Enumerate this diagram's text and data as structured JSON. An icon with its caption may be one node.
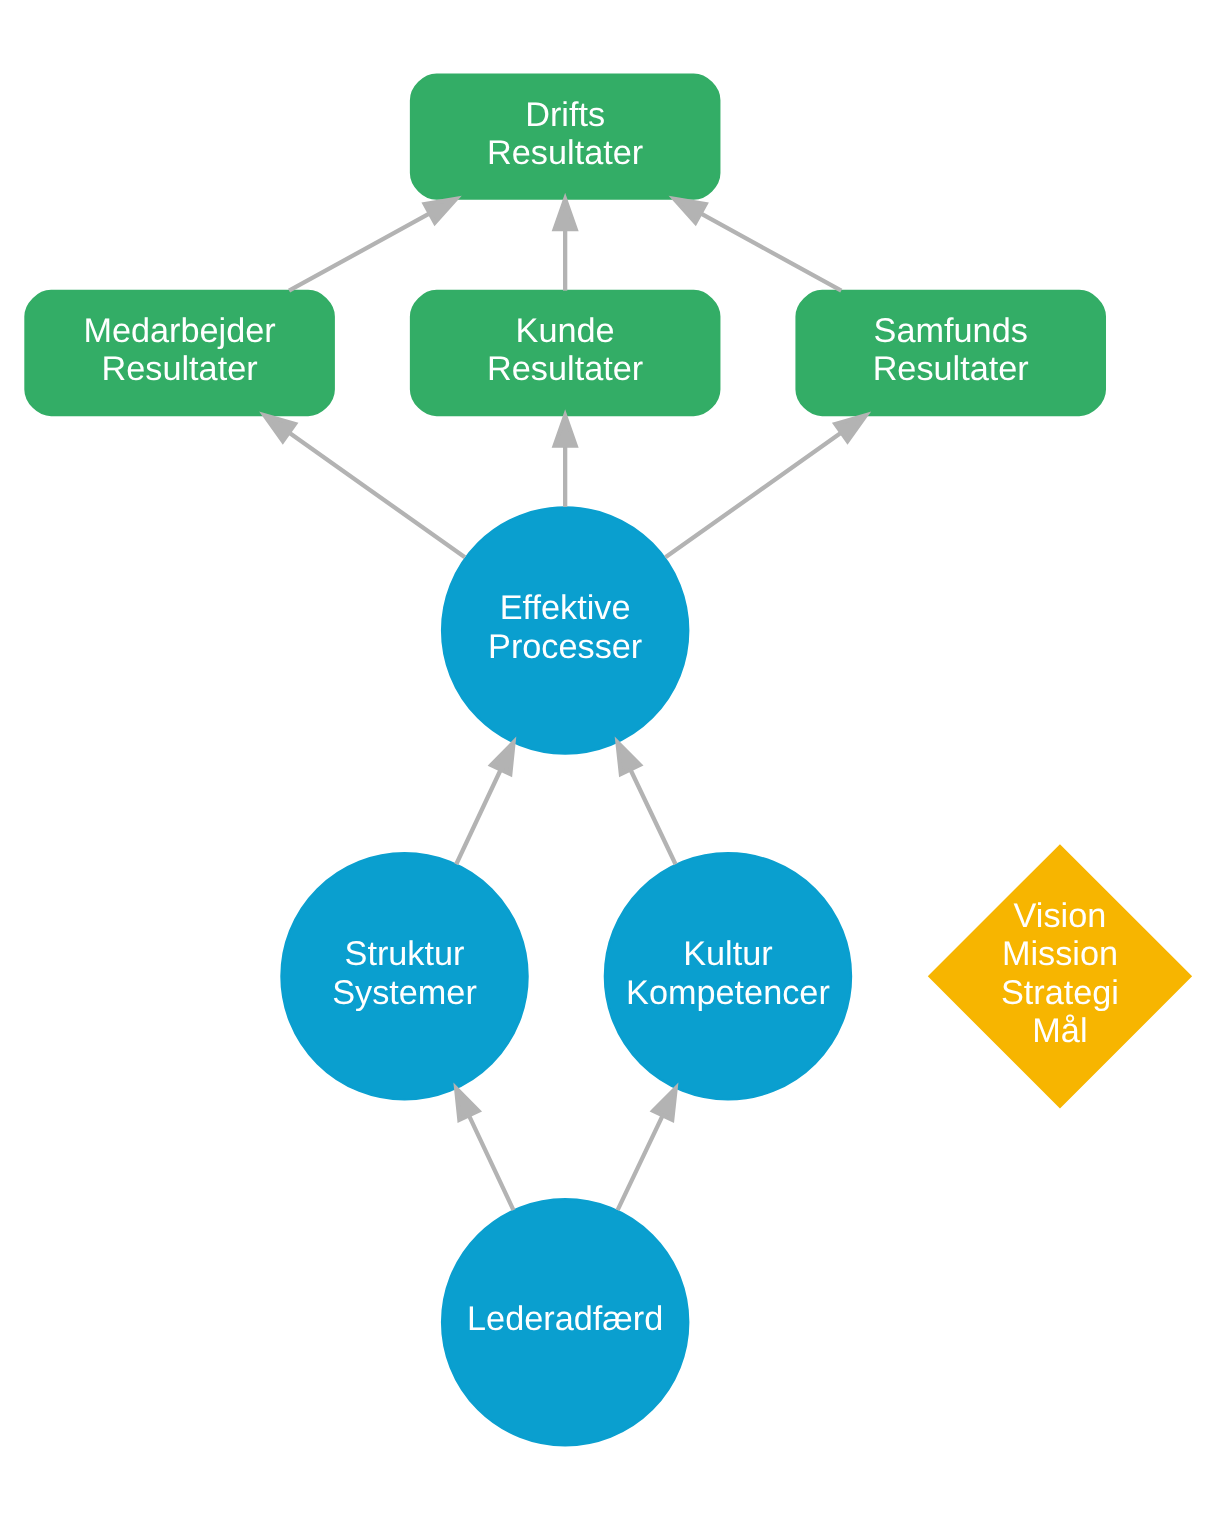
{
  "diagram": {
    "nodes": [
      {
        "text": [
          "Drifts Resultater"
        ]
      },
      {
        "text": [
          "Medarbejder Resultater"
        ]
      },
      {
        "text": [
          "Kunde Resultater"
        ]
      },
      {
        "text": [
          "Samfunds Resultater"
        ]
      },
      {
        "text": [
          "Effektive Processer"
        ]
      },
      {
        "text": [
          "Struktur Systemer"
        ]
      },
      {
        "text": [
          "Vision Mission Strategi Mål"
        ]
      },
      {
        "text": [
          "Kultur Kompetencer"
        ]
      },
      {
        "text": [
          "Lederadfærd"
        ]
      }
    ],
    "edges": [
      {
        "from": 1,
        "to": 0,
        "arrow": "to"
      },
      {
        "from": 2,
        "to": 0,
        "arrow": "to"
      },
      {
        "from": 3,
        "to": 0,
        "arrow": "to"
      },
      {
        "from": 4,
        "to": 1,
        "arrow": "to"
      },
      {
        "from": 4,
        "to": 2,
        "arrow": "to"
      },
      {
        "from": 4,
        "to": 3,
        "arrow": "to"
      },
      {
        "from": 5,
        "to": 4,
        "arrow": "to"
      },
      {
        "from": 7,
        "to": 4,
        "arrow": "to"
      },
      {
        "from": 8,
        "to": 5,
        "arrow": "to"
      },
      {
        "from": 8,
        "to": 7,
        "arrow": "to"
      }
    ]
  }
}
